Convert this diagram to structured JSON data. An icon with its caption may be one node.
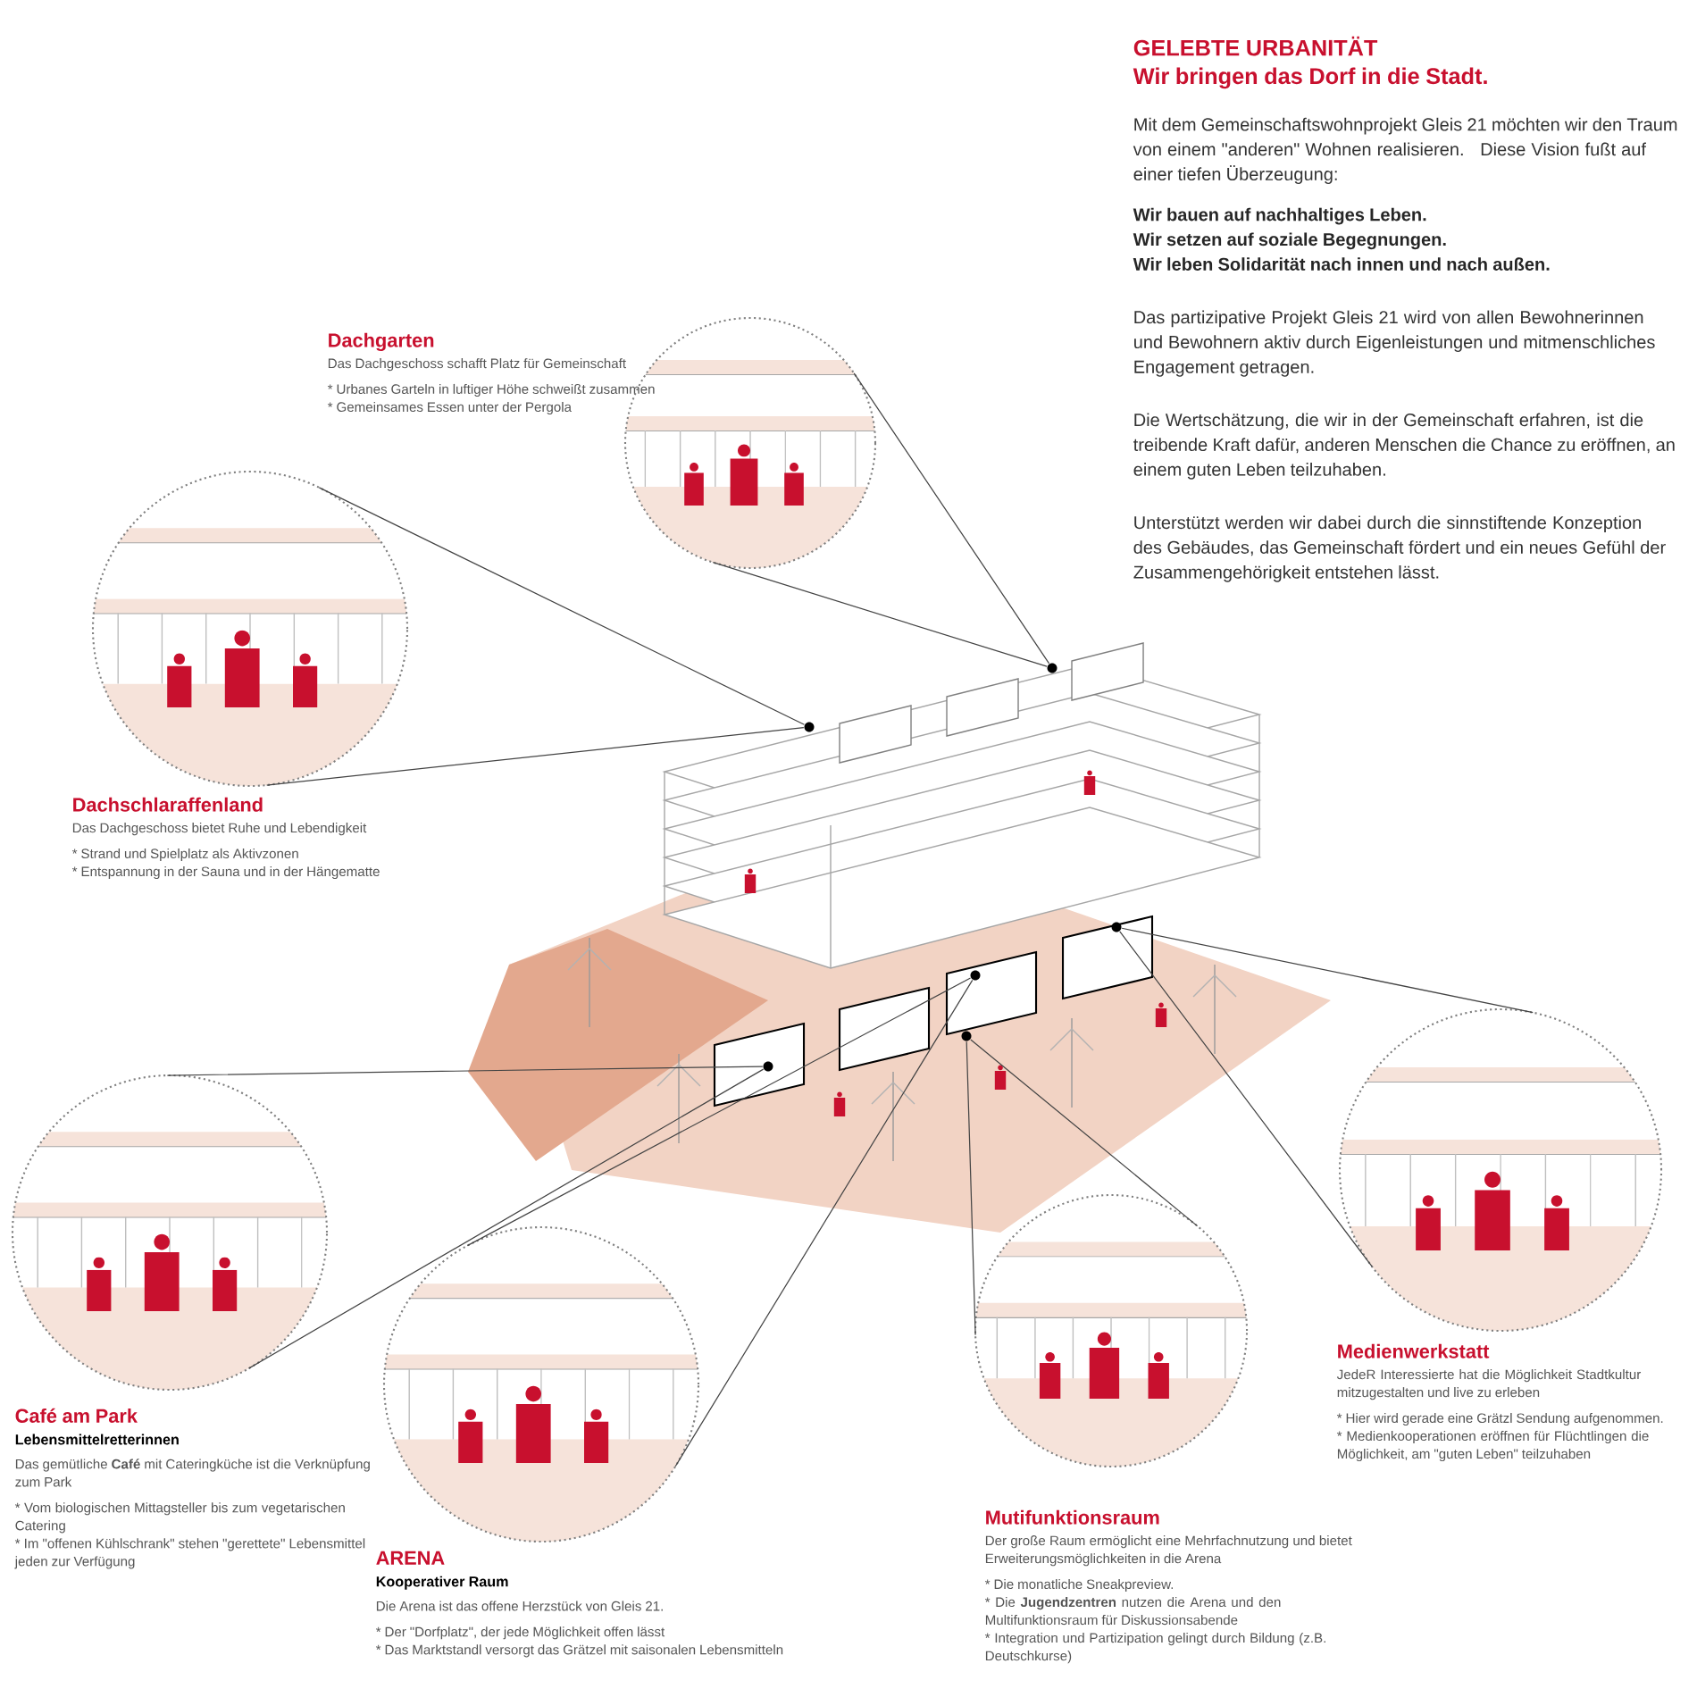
{
  "diagram": {
    "title": "GELEBTE URBANITÄT",
    "nodes": [
      {
        "text": [],
        "shape": "picture",
        "beside": [
          "Dachgarten",
          "Das Dachgeschoss schafft Platz für Gemeinschaft",
          "* Urbanes Garteln in luftiger Höhe schweißt zusammen",
          "* Gemeinsames Essen unter der Pergola"
        ]
      },
      {
        "text": [],
        "shape": "picture",
        "beside": [
          "Dachschlaraffenland",
          "Das Dachgeschoss bietet Ruhe und Lebendigkeit",
          "* Strand und Spielplatz als Aktivzonen",
          "* Entspannung in der Sauna und in der Hängematte"
        ]
      },
      {
        "text": [],
        "shape": "circle"
      },
      {
        "text": [],
        "shape": "circle"
      },
      {
        "text": [],
        "shape": "circle"
      },
      {
        "text": [],
        "shape": "circle"
      },
      {
        "text": [],
        "shape": "circle"
      },
      {
        "text": [],
        "shape": "circle"
      },
      {
        "text": [],
        "shape": "picture",
        "beside": [
          "Café am Park",
          "Lebensmittelretterinnen",
          "Das gemütliche **Café** mit Cateringküche ist die Verknüpfung zum Park",
          "* Vom biologischen Mittagsteller bis zum vegetarischen Catering",
          "* Im \"offenen Kühlschrank\" stehen \"gerettete\" Lebensmittel jeden zur Verfügung"
        ]
      },
      {
        "text": [],
        "shape": "picture",
        "beside": [
          "ARENA",
          "Kooperativer Raum",
          "Die Arena ist das offene Herzstück von Gleis 21.",
          "* Der \"Dorfplatz\", der jede Möglichkeit offen lässt",
          "* Das Marktstandl versorgt das Grätzel mit saisonalen Lebensmitteln"
        ]
      },
      {
        "text": [],
        "shape": "picture",
        "beside": [
          "Mutifunktionsraum",
          "Der große Raum ermöglicht eine Mehrfachnutzung und bietet Erweiterungsmöglichkeiten in die Arena",
          "* Die monatliche Sneakpreview.",
          "* Die **Jugendzentren** nutzen die Arena und den Multifunktionsraum für Diskussionsabende",
          "* Integration und Partizipation gelingt durch Bildung (z.B. Deutschkurse)"
        ]
      },
      {
        "text": [],
        "shape": "picture",
        "beside": [
          "Medienwerkstatt",
          "JedeR Interessierte hat die Möglichkeit Stadtkultur mitzugestalten und live zu erleben",
          "* Hier wird gerade eine Grätzl Sendung aufgenommen.",
          "* Medienkooperationen eröffnen für Flüchtlingen die Möglichkeit, am \"guten Leben\" teilzuhaben"
        ]
      }
    ],
    "edges": [
      {
        "from": 0,
        "to": 2,
        "arrow": "none"
      },
      {
        "from": 1,
        "to": 3,
        "arrow": "none"
      },
      {
        "from": 8,
        "to": 4,
        "arrow": "none"
      },
      {
        "from": 9,
        "to": 5,
        "arrow": "none"
      },
      {
        "from": 10,
        "to": 6,
        "arrow": "none"
      },
      {
        "from": 11,
        "to": 7,
        "arrow": "none"
      }
    ],
    "labels": [
      "Wir bringen das Dorf in die Stadt.",
      "Mit dem Gemeinschaftswohnprojekt Gleis 21 möchten wir den Traum von einem \"anderen\" Wohnen realisieren. Diese Vision fußt auf einer tiefen Überzeugung:",
      "Wir bauen auf nachhaltiges Leben.",
      "Wir setzen auf soziale Begegnungen.",
      "Wir leben Solidarität nach innen und nach außen.",
      "Das partizipative Projekt Gleis 21 wird von allen Bewohnerinnen und Bewohnern aktiv durch Eigenleistungen und mitmenschliches Engagement getragen.",
      "Die Wertschätzung, die wir in der Gemeinschaft erfahren, ist die treibende Kraft dafür, anderen Menschen die Chance zu eröffnen, an einem guten Leben teilzuhaben.",
      "Unterstützt werden wir dabei durch die sinnstiftende Konzeption des Gebäudes, das Gemeinschaft fördert und ein neues Gefühl der Zusammengehörigkeit entstehen lässt."
    ]
  }
}
